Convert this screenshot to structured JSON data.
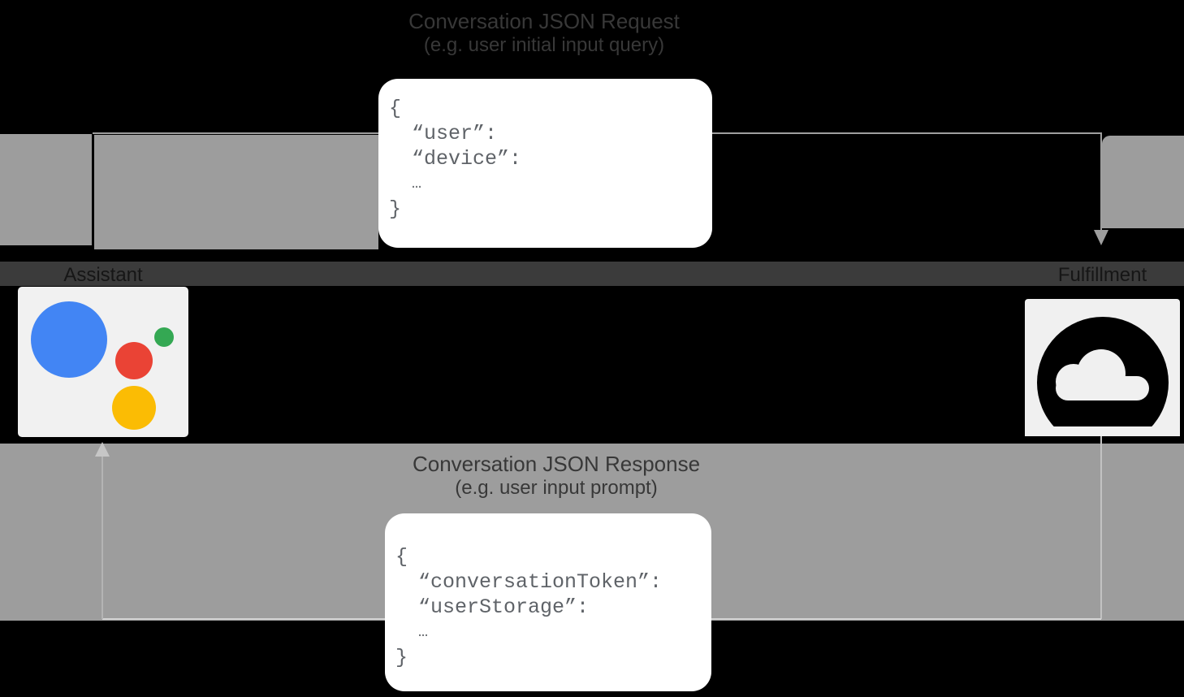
{
  "request": {
    "caption_line1": "Conversation JSON Request",
    "caption_line2": "(e.g. user initial input query)",
    "code_lines": [
      "{",
      "“user”:",
      "“device”:",
      "…",
      "}"
    ]
  },
  "response": {
    "caption_line1": "Conversation JSON Response",
    "caption_line2": "(e.g. user input prompt)",
    "code_lines": [
      "{",
      "“conversationToken”:",
      "“userStorage”:",
      "…",
      "}"
    ]
  },
  "nodes": {
    "assistant": {
      "label": "Assistant",
      "icon": "google-assistant-icon"
    },
    "fulfillment": {
      "label": "Fulfillment",
      "icon": "google-cloud-icon"
    }
  },
  "colors": {
    "background": "#000000",
    "flow_band": "#9d9d9d",
    "label_strip": "#3b3b3b",
    "arrow": "#9e9e9e",
    "caption_text": "#383838",
    "code_text": "#5f6368",
    "tile_background": "#f1f1f1",
    "assistant_blue": "#4285f4",
    "assistant_red": "#ea4335",
    "assistant_green": "#34a853",
    "assistant_yellow": "#fbbc04",
    "cloud_glyph": "#000000"
  }
}
